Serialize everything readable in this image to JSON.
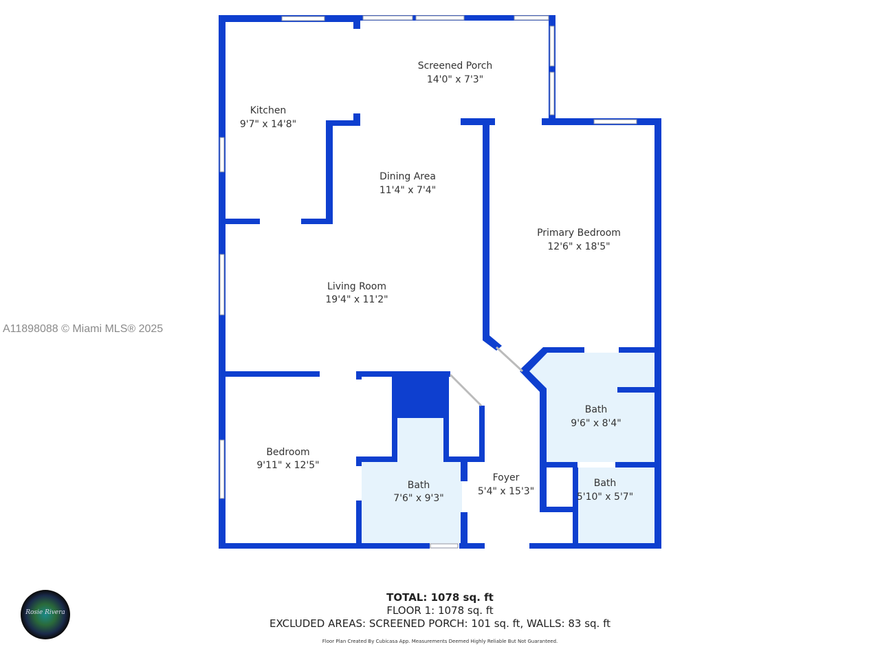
{
  "watermark": "A11898088 © Miami MLS® 2025",
  "rooms": [
    {
      "name": "Screened Porch",
      "dims": "14'0\" x 7'3\""
    },
    {
      "name": "Kitchen",
      "dims": "9'7\" x 14'8\""
    },
    {
      "name": "Dining Area",
      "dims": "11'4\" x 7'4\""
    },
    {
      "name": "Primary Bedroom",
      "dims": "12'6\" x 18'5\""
    },
    {
      "name": "Living Room",
      "dims": "19'4\" x 11'2\""
    },
    {
      "name": "Bath",
      "dims": "9'6\" x 8'4\""
    },
    {
      "name": "Bedroom",
      "dims": "9'11\" x 12'5\""
    },
    {
      "name": "Foyer",
      "dims": "5'4\" x 15'3\""
    },
    {
      "name": "Bath",
      "dims": "7'6\" x 9'3\""
    },
    {
      "name": "Bath",
      "dims": "5'10\" x 5'7\""
    }
  ],
  "summary": {
    "total": "TOTAL: 1078 sq. ft",
    "floor": "FLOOR 1: 1078 sq. ft",
    "excluded": "EXCLUDED AREAS: SCREENED PORCH: 101 sq. ft, WALLS: 83 sq. ft",
    "credit": "Floor Plan Created By Cubicasa App. Measurements Deemed Highly Reliable But Not Guaranteed."
  },
  "logo": {
    "text": "Rosie Rivera"
  },
  "colors": {
    "wall": "#0e3fcf",
    "bath_fill": "#e6f3fc"
  }
}
